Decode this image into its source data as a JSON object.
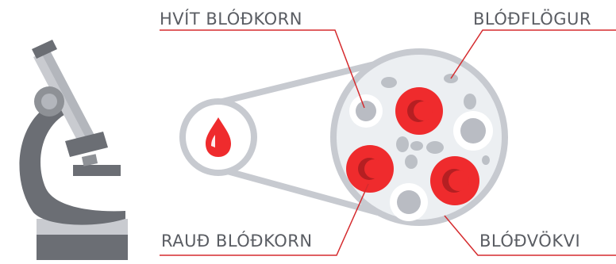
{
  "labels": {
    "white_cells": "HVÍT BLÓÐKORN",
    "platelets": "BLÓÐFLÖGUR",
    "red_cells": "RAUÐ BLÓÐKORN",
    "plasma": "BLÓÐVÖKVI"
  },
  "colors": {
    "microscope_dark": "#6b6e74",
    "microscope_mid": "#8e9196",
    "microscope_light": "#c9cbd0",
    "sample_fill": "#eceff2",
    "sample_ring": "#c7cad0",
    "red_cell": "#ef2b2d",
    "red_cell_core": "#b51f22",
    "white_cell_ring": "#ffffff",
    "white_cell_core": "#b9bcc3",
    "platelet": "#bcc0c6",
    "leader_line": "#d52b2e",
    "label_text": "#5a5d63"
  },
  "icons": {
    "microscope": "microscope-icon",
    "blood_drop": "blood-drop-icon"
  }
}
